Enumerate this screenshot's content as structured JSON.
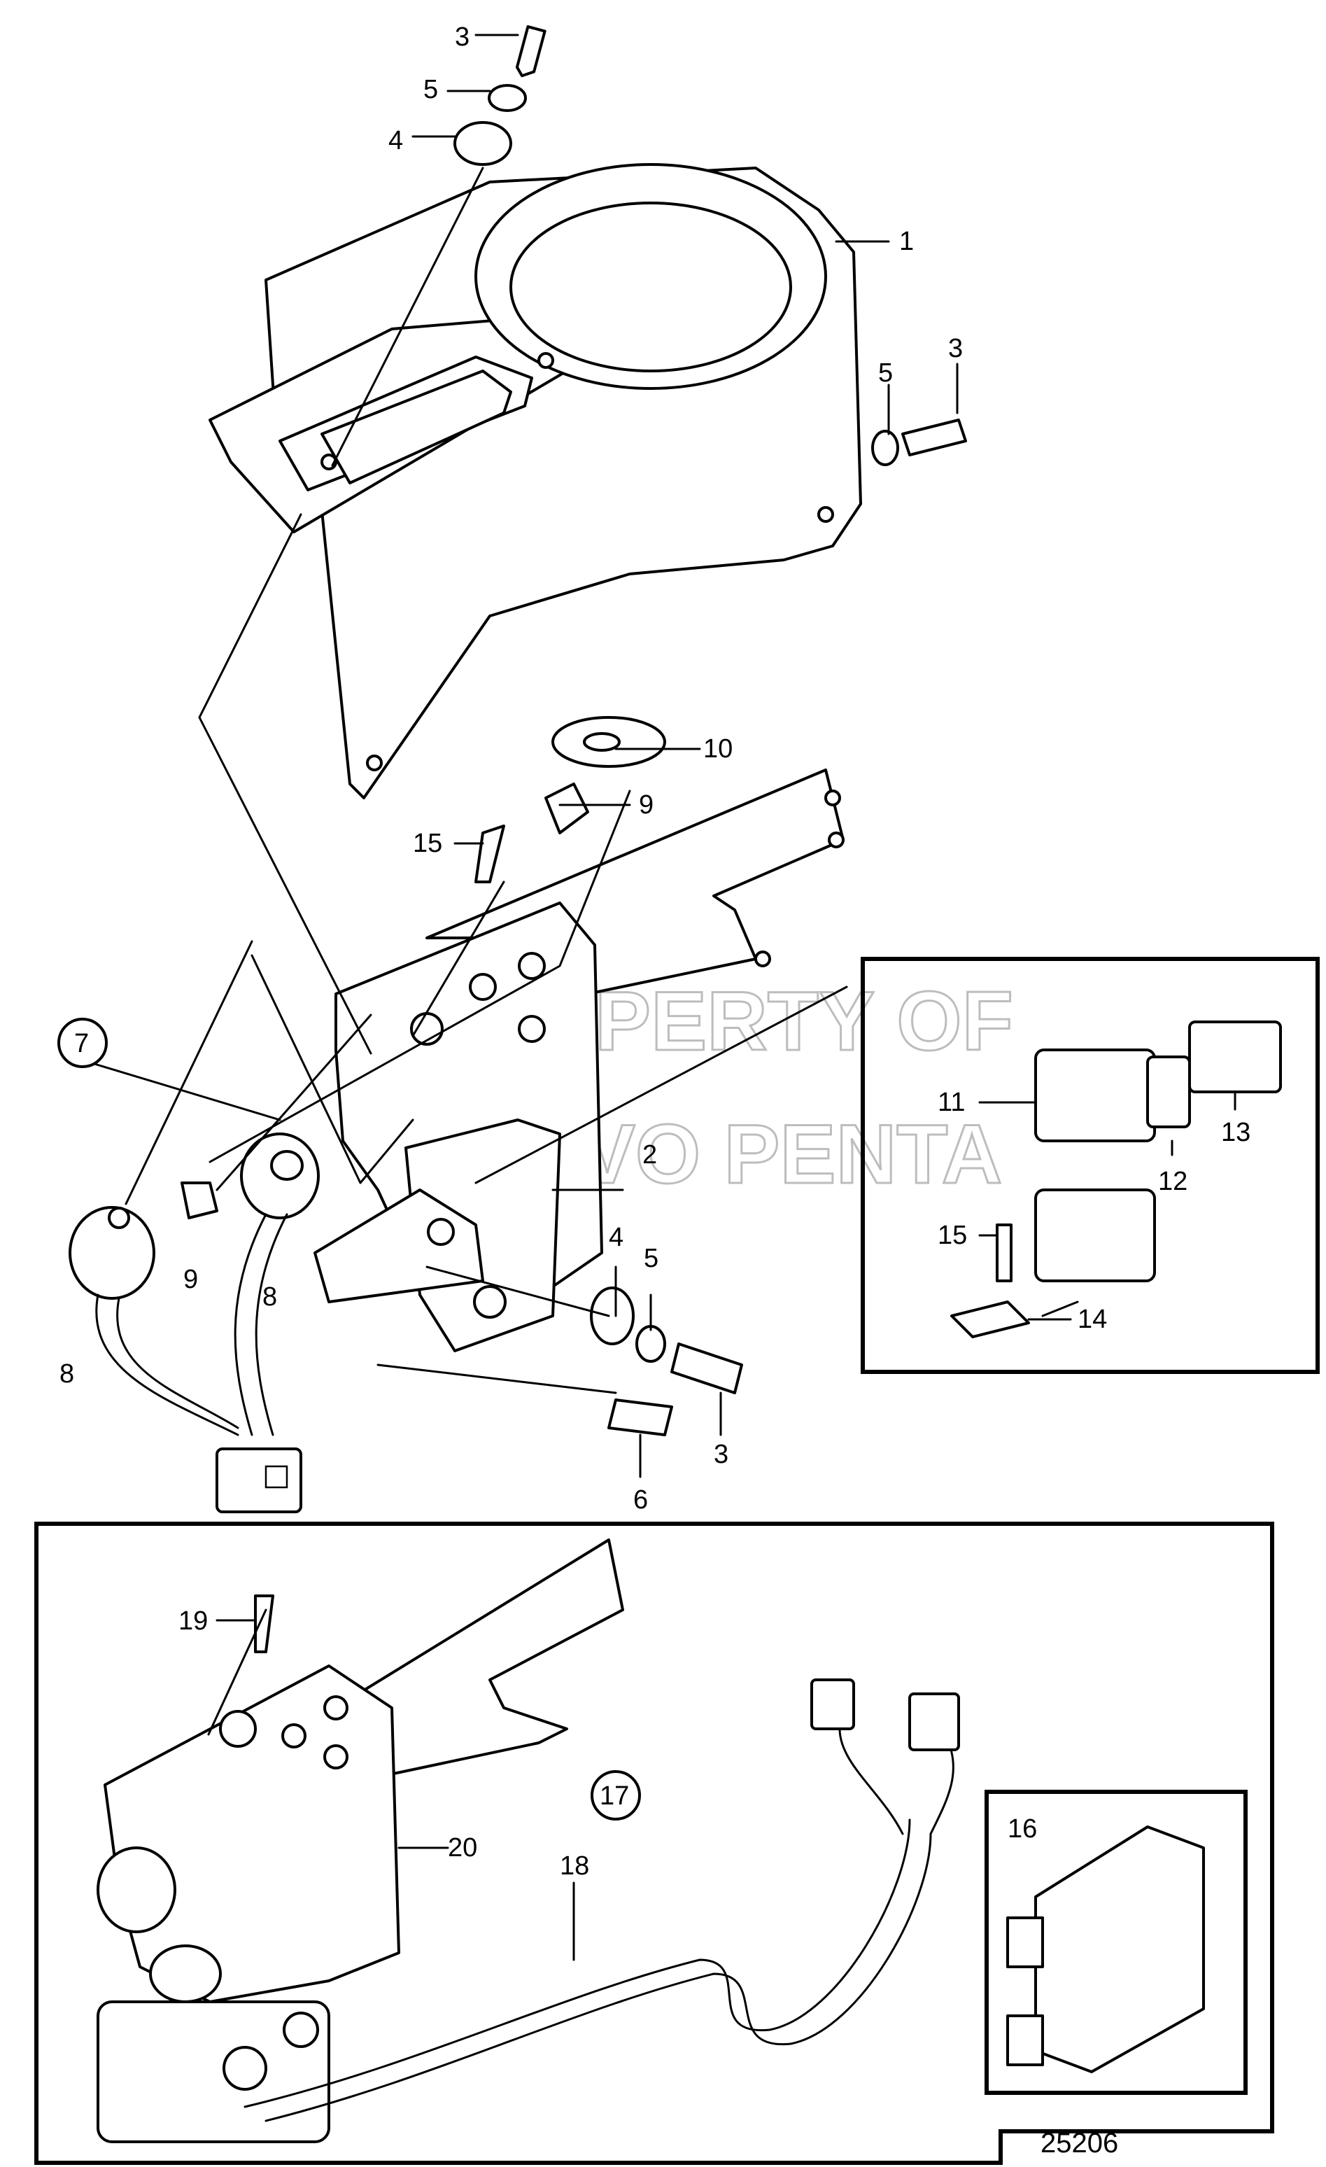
{
  "callouts": {
    "c1": "1",
    "c2": "2",
    "c3a": "3",
    "c3b": "3",
    "c3c": "3",
    "c4a": "4",
    "c4b": "4",
    "c5a": "5",
    "c5b": "5",
    "c5c": "5",
    "c6": "6",
    "c7": "7",
    "c8a": "8",
    "c8b": "8",
    "c9a": "9",
    "c9b": "9",
    "c10": "10",
    "c11": "11",
    "c12": "12",
    "c13": "13",
    "c14": "14",
    "c15a": "15",
    "c15b": "15",
    "c16": "16",
    "c17": "17",
    "c18": "18",
    "c19": "19",
    "c20": "20"
  },
  "watermark": {
    "line1": "PROPERTY OF",
    "line2": "VOLVO PENTA"
  },
  "drawing_number": "25206"
}
